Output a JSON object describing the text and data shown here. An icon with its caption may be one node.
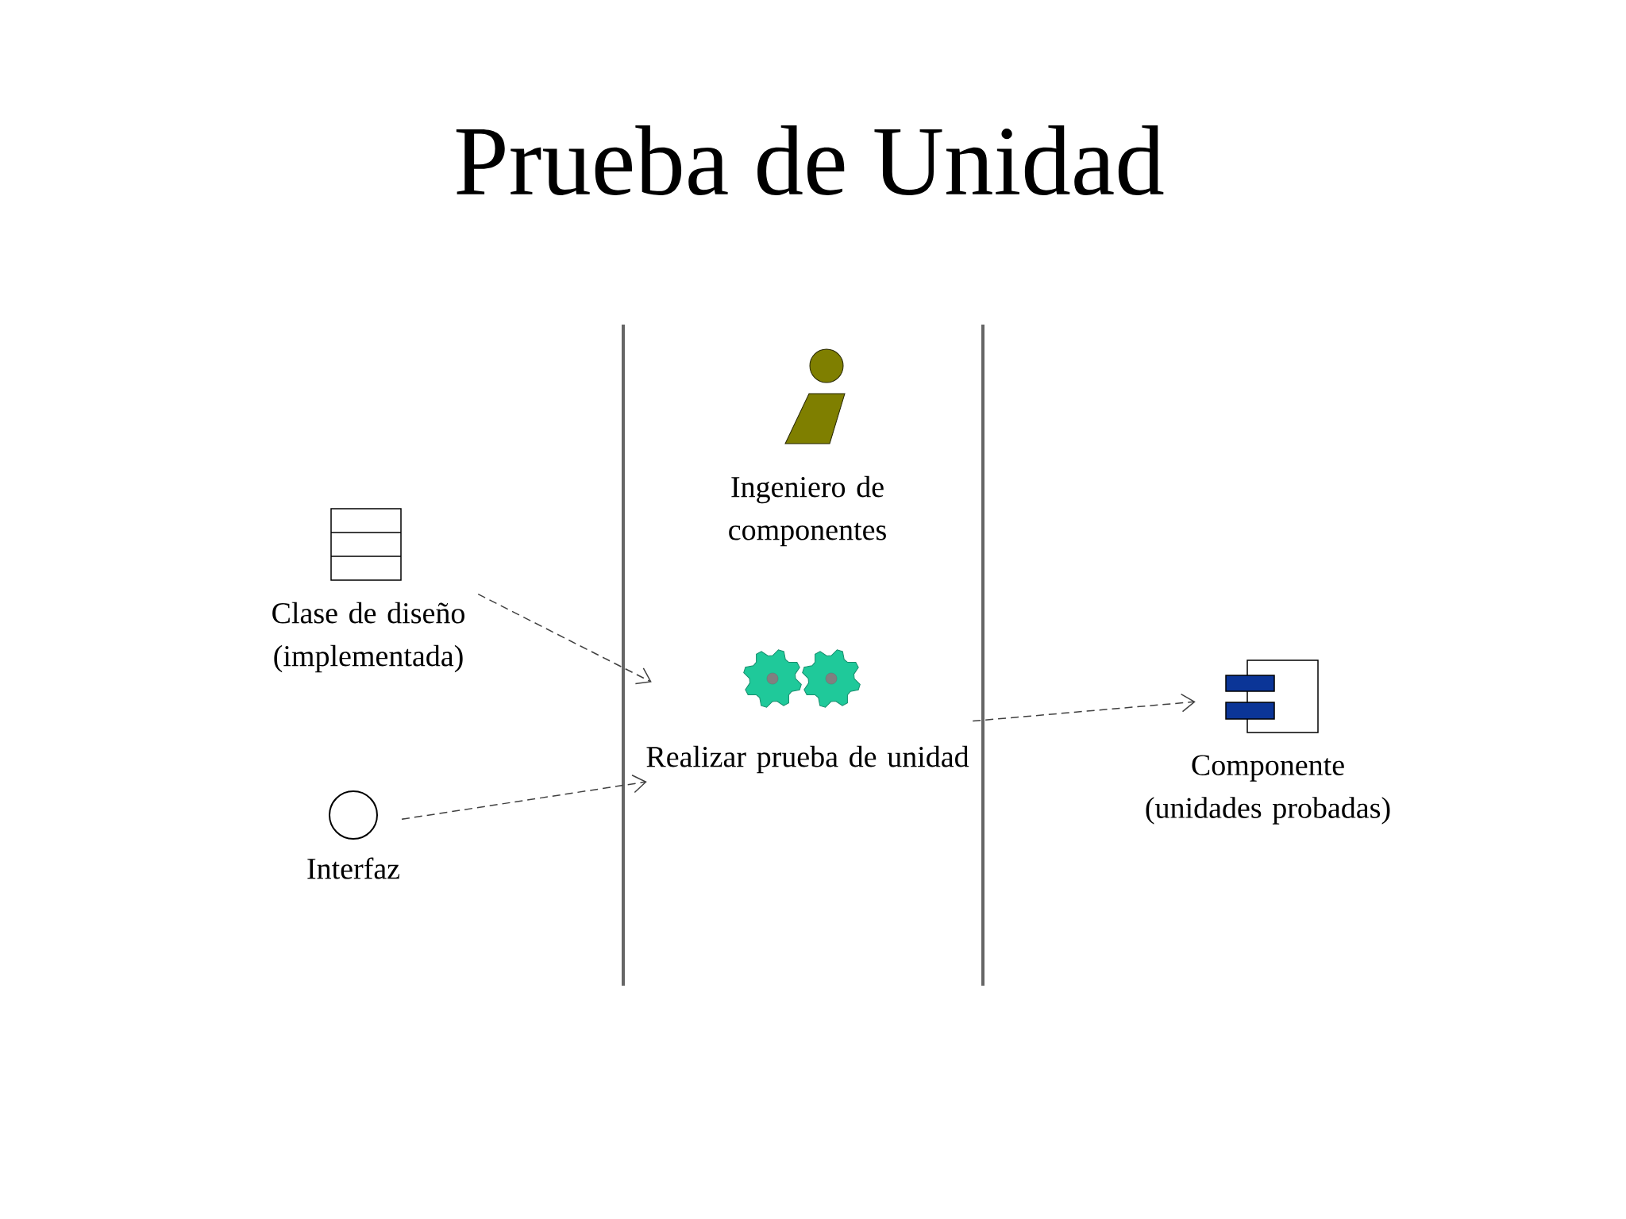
{
  "diagram": {
    "title": "Prueba de Unidad",
    "nodes": [
      {
        "text": [
          "Clase de diseño (implementada)"
        ]
      },
      {
        "text": [
          "Interfaz"
        ]
      },
      {
        "text": [
          "Ingeniero de componentes"
        ]
      },
      {
        "text": [
          "Realizar prueba de unidad"
        ]
      },
      {
        "text": [
          "Componente (unidades probadas)"
        ]
      }
    ],
    "edges": [
      {
        "from": 0,
        "to": 3,
        "arrow": "to",
        "style": "dashed"
      },
      {
        "from": 1,
        "to": 3,
        "arrow": "to",
        "style": "dashed"
      },
      {
        "from": 3,
        "to": 4,
        "arrow": "to",
        "style": "dashed"
      }
    ]
  }
}
